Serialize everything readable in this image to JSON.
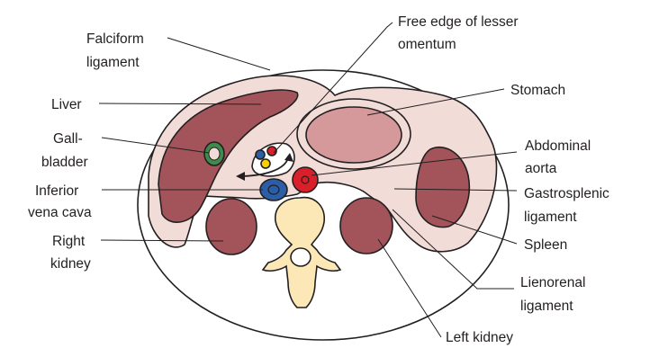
{
  "labels": {
    "falciform": [
      "Falciform",
      "ligament"
    ],
    "liver": "Liver",
    "gallbladder": [
      "Gall-",
      "bladder"
    ],
    "ivc": [
      "Inferior",
      "vena cava"
    ],
    "right_kidney": [
      "Right",
      "kidney"
    ],
    "lesser_omentum": [
      "Free edge of lesser",
      "omentum"
    ],
    "stomach": "Stomach",
    "aorta": [
      "Abdominal",
      "aorta"
    ],
    "gastrosplenic": [
      "Gastrosplenic",
      "ligament"
    ],
    "spleen": "Spleen",
    "lienorenal": [
      "Lienorenal",
      "ligament"
    ],
    "left_kidney": "Left kidney"
  },
  "colors": {
    "organ": "#a3545a",
    "peritoneum": "#f2dcd8",
    "stomach_inner": "#d6999b",
    "vertebra": "#fce7b6",
    "ivc": "#2b5ea7",
    "aorta": "#d9202a",
    "gallbladder": "#3f8b4e",
    "portal_blue": "#2b5ea7",
    "portal_red": "#d9202a",
    "portal_yellow": "#f6d000",
    "line": "#231f20"
  }
}
